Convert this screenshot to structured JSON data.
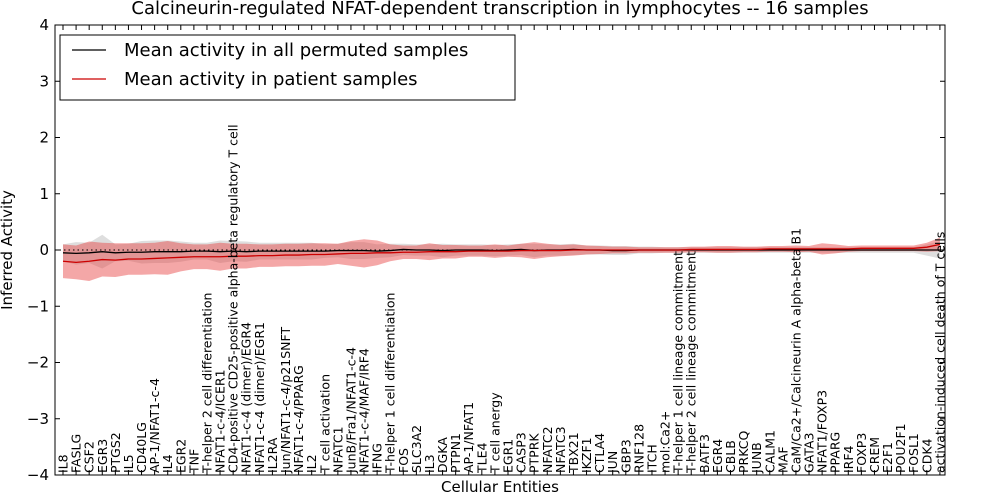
{
  "chart_data": {
    "type": "line",
    "title": "Calcineurin-regulated NFAT-dependent transcription in lymphocytes -- 16 samples",
    "xlabel": "Cellular Entities",
    "ylabel": "Inferred Activity",
    "ylim": [
      -4,
      4
    ],
    "yticks": [
      "−4",
      "−3",
      "−2",
      "−1",
      "0",
      "1",
      "2",
      "3",
      "4"
    ],
    "grid": false,
    "legend_position": "top-left",
    "reference_line": 0,
    "categories": [
      "IL8",
      "FASLG",
      "CSF2",
      "EGR3",
      "PTGS2",
      "IL5",
      "CD40LG",
      "AP-1/NFAT1-c-4",
      "IL4",
      "EGR2",
      "TNF",
      "T-helper 2 cell differentiation",
      "NFAT1-c-4/ICER1",
      "CD4-positive CD25-positive alpha-beta regulatory T cell",
      "NFAT1-c-4 (dimer)/EGR4",
      "NFAT1-c-4 (dimer)/EGR1",
      "IL2RA",
      "Jun/NFAT1-c-4/p21SNFT",
      "NFAT1-c-4/PPARG",
      "IL2",
      "T cell activation",
      "NFATC1",
      "JunB/Fra1/NFAT1-c-4",
      "NFAT1-c-4/MAF/IRF4",
      "IFNG",
      "T-helper 1 cell differentiation",
      "FOS",
      "SLC3A2",
      "IL3",
      "DGKA",
      "PTPN1",
      "AP-1/NFAT1",
      "TLE4",
      "T cell anergy",
      "EGR1",
      "CASP3",
      "PTPRK",
      "NFATC2",
      "NFATC3",
      "TBX21",
      "IKZF1",
      "CTLA4",
      "JUN",
      "GBP3",
      "RNF128",
      "ITCH",
      "mol:Ca2+",
      "T-helper 1 cell lineage commitment",
      "T-helper 2 cell lineage commitment",
      "BATF3",
      "EGR4",
      "CBLB",
      "PRKCQ",
      "JUNB",
      "CALM1",
      "MAF",
      "CaM/Ca2+/Calcineurin A alpha-beta B1",
      "GATA3",
      "NFAT1/FOXP3",
      "PPARG",
      "IRF4",
      "FOXP3",
      "CREM",
      "E2F1",
      "POU2F1",
      "FOSL1",
      "CDK4",
      "activation-induced cell death of T cells"
    ],
    "series": [
      {
        "name": "Mean activity in all permuted samples",
        "color": "#000000",
        "values": [
          -0.05,
          -0.06,
          -0.05,
          -0.03,
          -0.05,
          -0.04,
          -0.04,
          -0.03,
          -0.03,
          -0.03,
          -0.02,
          -0.02,
          -0.03,
          -0.02,
          -0.03,
          -0.02,
          -0.02,
          -0.02,
          -0.02,
          -0.02,
          -0.02,
          -0.01,
          -0.01,
          -0.01,
          -0.02,
          -0.01,
          0.01,
          0.0,
          0.0,
          -0.01,
          0.0,
          0.0,
          0.0,
          -0.01,
          0.0,
          0.01,
          -0.01,
          0.0,
          0.0,
          0.01,
          0.0,
          0.0,
          -0.01,
          -0.01,
          0.0,
          0.0,
          0.0,
          0.0,
          0.0,
          0.0,
          0.0,
          0.0,
          0.0,
          0.0,
          0.0,
          0.0,
          0.0,
          0.0,
          0.0,
          0.0,
          0.0,
          0.0,
          0.0,
          0.0,
          0.0,
          0.0,
          0.0,
          0.0
        ],
        "band": [
          0.15,
          0.2,
          0.18,
          0.3,
          0.15,
          0.15,
          0.2,
          0.2,
          0.2,
          0.18,
          0.15,
          0.15,
          0.2,
          0.18,
          0.18,
          0.15,
          0.15,
          0.15,
          0.15,
          0.15,
          0.12,
          0.12,
          0.15,
          0.15,
          0.12,
          0.12,
          0.1,
          0.1,
          0.1,
          0.12,
          0.1,
          0.1,
          0.1,
          0.1,
          0.1,
          0.1,
          0.12,
          0.1,
          0.1,
          0.1,
          0.08,
          0.08,
          0.08,
          0.08,
          0.06,
          0.06,
          0.05,
          0.05,
          0.05,
          0.05,
          0.05,
          0.05,
          0.05,
          0.05,
          0.05,
          0.05,
          0.05,
          0.05,
          0.05,
          0.05,
          0.05,
          0.05,
          0.05,
          0.05,
          0.05,
          0.05,
          0.1,
          0.15
        ]
      },
      {
        "name": "Mean activity in patient samples",
        "color": "#cc0000",
        "values": [
          -0.2,
          -0.22,
          -0.2,
          -0.17,
          -0.18,
          -0.16,
          -0.16,
          -0.15,
          -0.14,
          -0.13,
          -0.12,
          -0.12,
          -0.12,
          -0.11,
          -0.11,
          -0.1,
          -0.1,
          -0.09,
          -0.09,
          -0.08,
          -0.08,
          -0.07,
          -0.06,
          -0.06,
          -0.05,
          -0.05,
          -0.04,
          -0.04,
          -0.03,
          -0.03,
          -0.03,
          -0.02,
          -0.02,
          -0.02,
          -0.02,
          -0.01,
          -0.01,
          -0.01,
          -0.01,
          0.0,
          0.0,
          0.0,
          0.0,
          0.0,
          0.0,
          0.0,
          0.0,
          0.0,
          0.01,
          0.01,
          0.01,
          0.01,
          0.01,
          0.01,
          0.02,
          0.02,
          0.02,
          0.02,
          0.02,
          0.02,
          0.02,
          0.03,
          0.03,
          0.03,
          0.03,
          0.03,
          0.05,
          0.1
        ],
        "band": [
          0.3,
          0.3,
          0.35,
          0.3,
          0.3,
          0.28,
          0.28,
          0.28,
          0.3,
          0.25,
          0.22,
          0.22,
          0.25,
          0.22,
          0.22,
          0.2,
          0.2,
          0.2,
          0.2,
          0.2,
          0.2,
          0.18,
          0.22,
          0.25,
          0.22,
          0.15,
          0.12,
          0.12,
          0.15,
          0.12,
          0.12,
          0.1,
          0.1,
          0.12,
          0.1,
          0.12,
          0.15,
          0.12,
          0.1,
          0.1,
          0.08,
          0.07,
          0.06,
          0.06,
          0.05,
          0.05,
          0.05,
          0.05,
          0.05,
          0.05,
          0.06,
          0.06,
          0.05,
          0.05,
          0.05,
          0.05,
          0.06,
          0.05,
          0.1,
          0.08,
          0.05,
          0.05,
          0.05,
          0.05,
          0.05,
          0.05,
          0.08,
          0.12
        ]
      }
    ]
  }
}
